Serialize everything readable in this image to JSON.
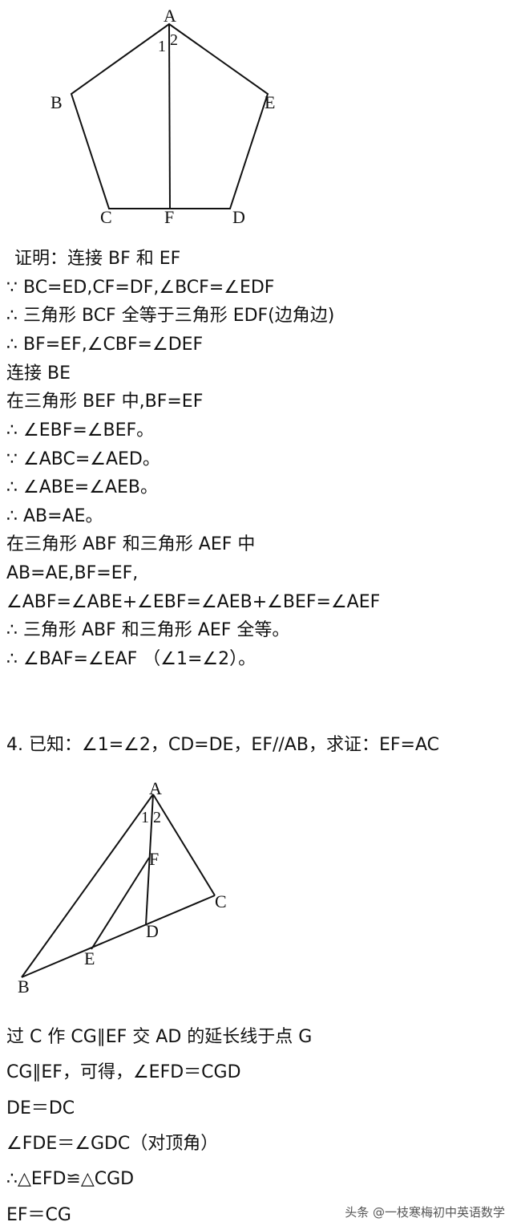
{
  "diagram1": {
    "labels": {
      "A": "A",
      "B": "B",
      "C": "C",
      "D": "D",
      "E": "E",
      "F": "F",
      "angle1": "1",
      "angle2": "2"
    }
  },
  "proof1": {
    "lines": [
      "   证明：连接 BF 和 EF",
      "∵ BC=ED,CF=DF,∠BCF=∠EDF",
      "∴ 三角形 BCF 全等于三角形 EDF(边角边)",
      "∴ BF=EF,∠CBF=∠DEF",
      "连接 BE",
      "在三角形 BEF 中,BF=EF",
      "∴  ∠EBF=∠BEF。",
      "∵  ∠ABC=∠AED。",
      "∴  ∠ABE=∠AEB。",
      "∴ AB=AE。",
      "在三角形 ABF 和三角形 AEF 中",
      "AB=AE,BF=EF,",
      "∠ABF=∠ABE+∠EBF=∠AEB+∠BEF=∠AEF",
      "∴ 三角形 ABF 和三角形 AEF 全等。",
      "∴  ∠BAF=∠EAF （∠1=∠2）。"
    ]
  },
  "problem4": {
    "statement": "4. 已知：∠1=∠2，CD=DE，EF//AB，求证：EF=AC"
  },
  "diagram2": {
    "labels": {
      "A": "A",
      "B": "B",
      "C": "C",
      "D": "D",
      "E": "E",
      "F": "F",
      "angle1": "1",
      "angle2": "2"
    }
  },
  "proof2": {
    "lines": [
      "过 C 作 CG∥EF 交 AD 的延长线于点 G",
      "CG∥EF，可得，∠EFD＝CGD",
      "DE＝DC",
      "∠FDE＝∠GDC（对顶角）",
      "∴△EFD≌△CGD",
      "EF＝CG"
    ]
  },
  "watermark": "头条 @一枝寒梅初中英语数学"
}
